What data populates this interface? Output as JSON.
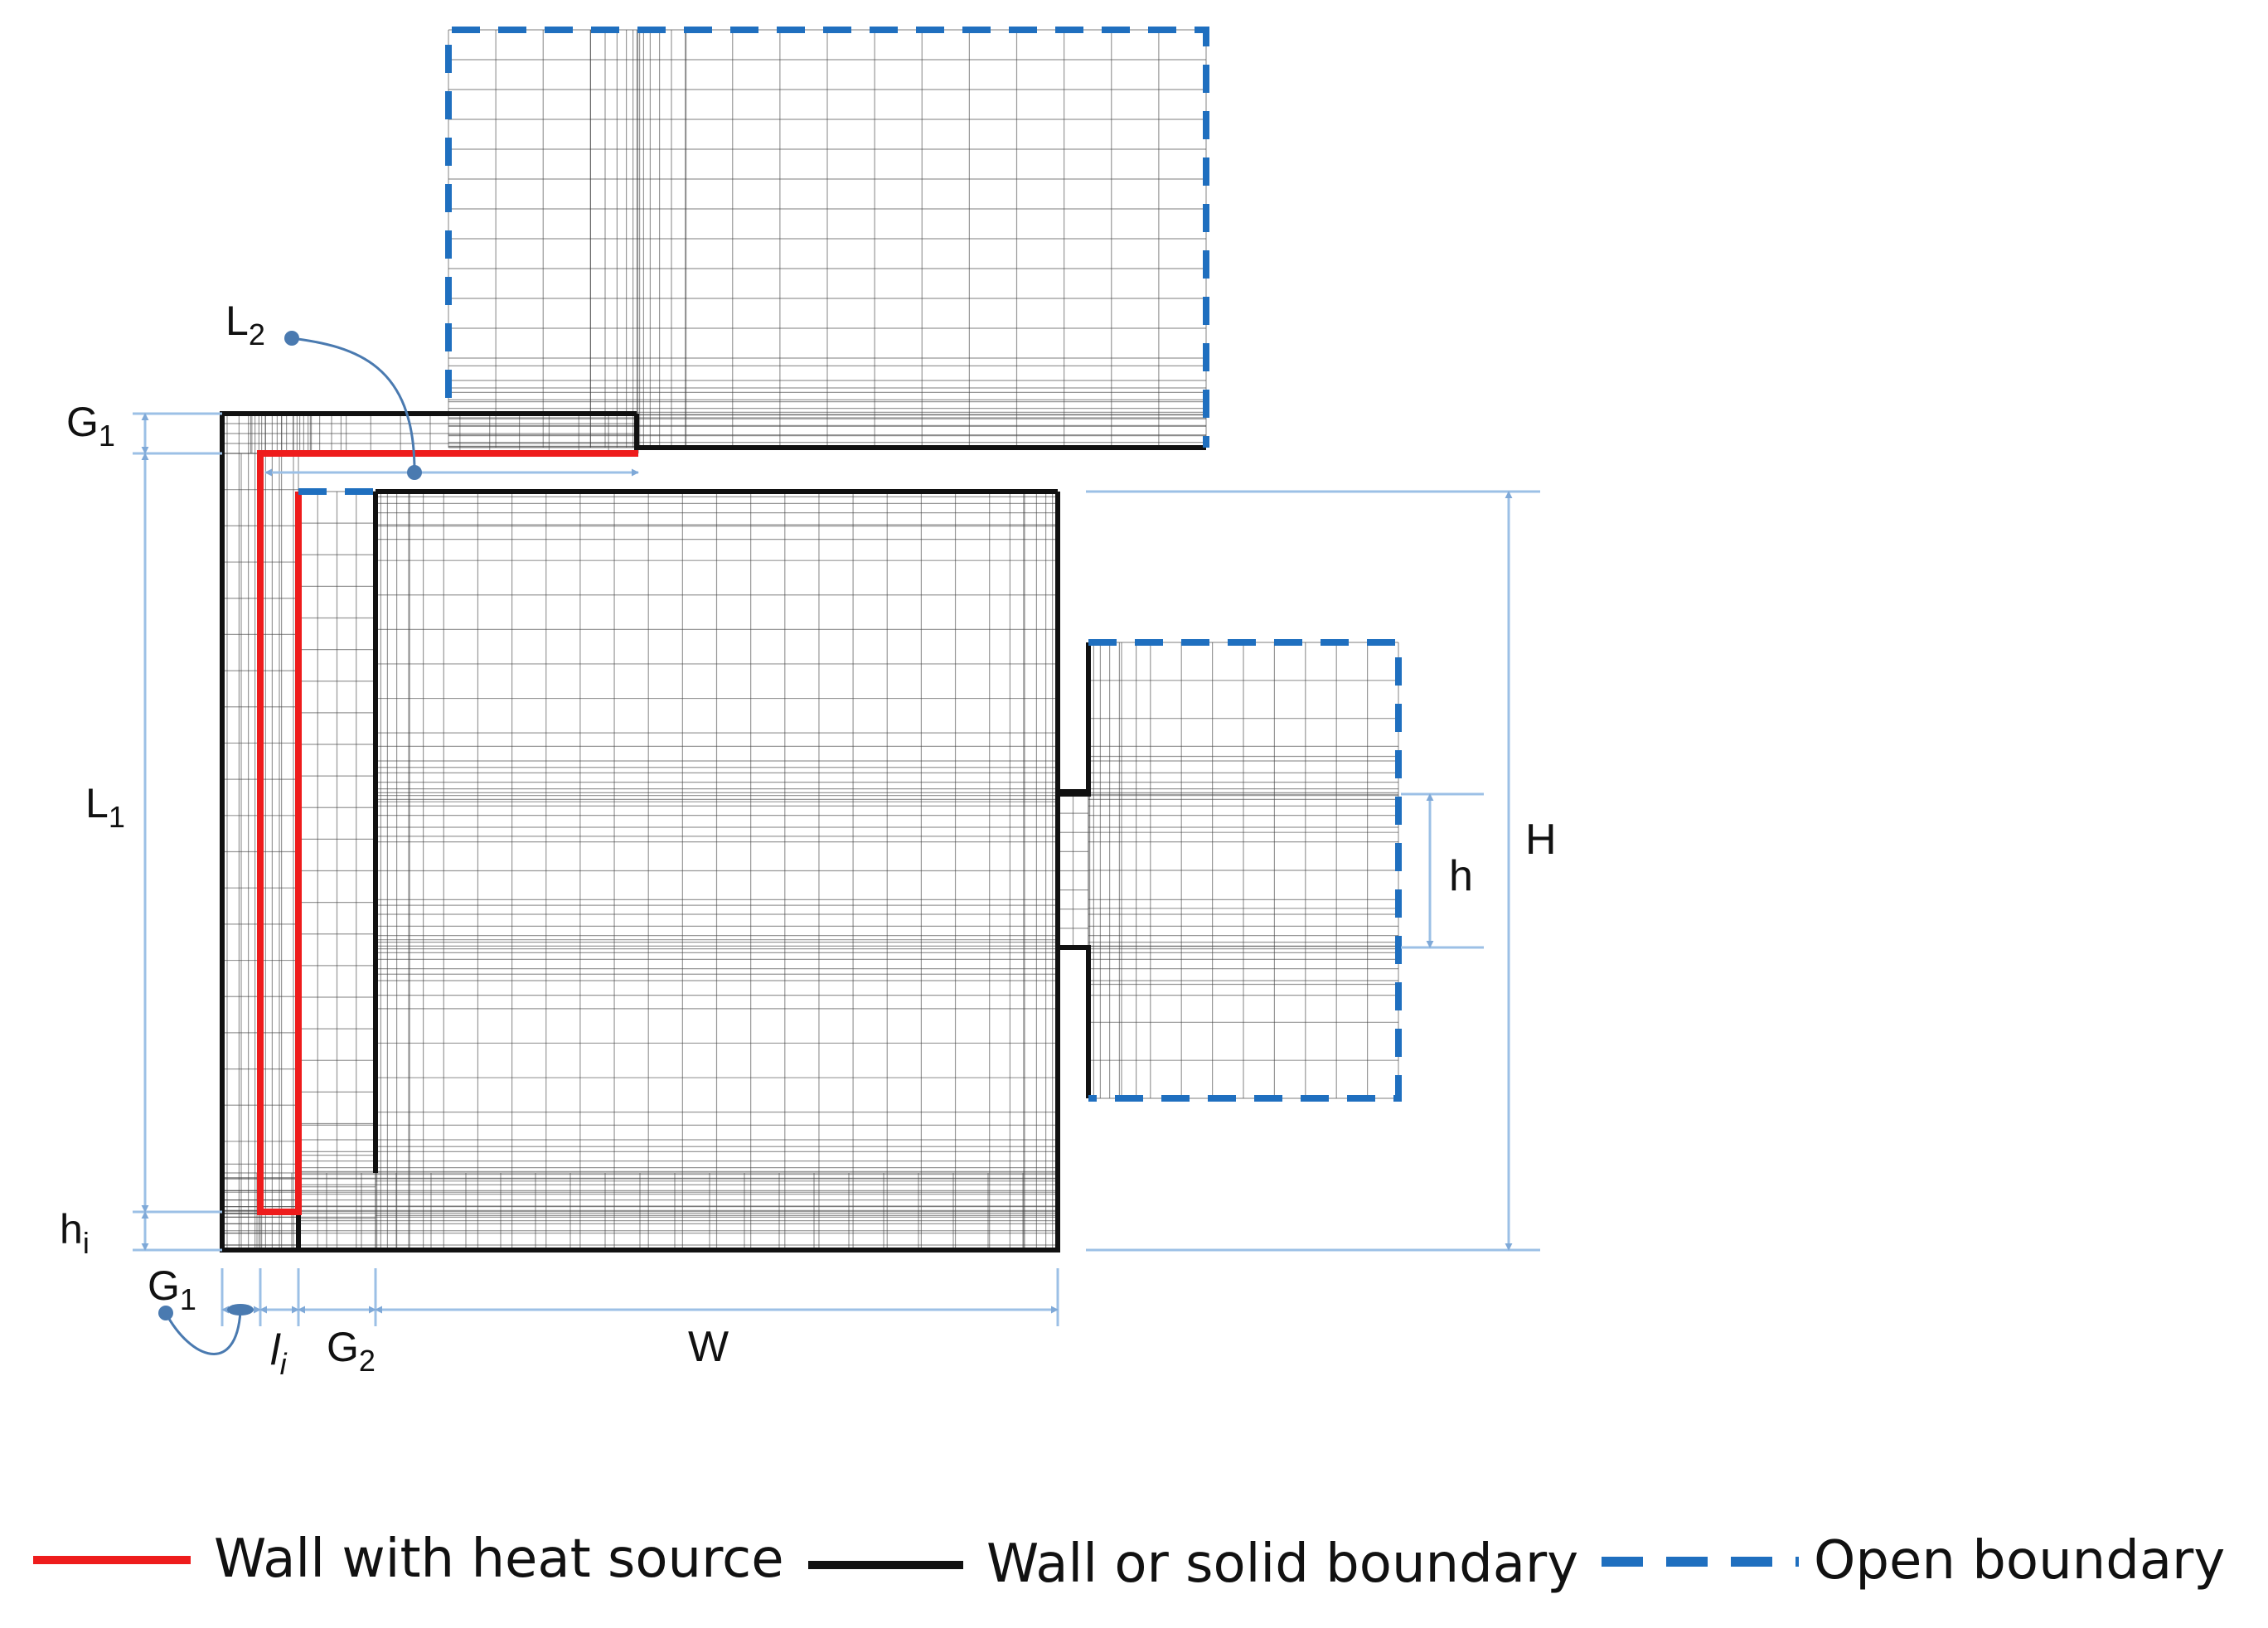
{
  "labels": {
    "L2": {
      "main": "L",
      "sub": "2"
    },
    "G1_top": {
      "main": "G",
      "sub": "1"
    },
    "L1": {
      "main": "L",
      "sub": "1"
    },
    "hi": {
      "main": "h",
      "sub": "i"
    },
    "G1_bottom": {
      "main": "G",
      "sub": "1"
    },
    "li": {
      "main": "l",
      "sub": "i"
    },
    "G2": {
      "main": "G",
      "sub": "2"
    },
    "W": "W",
    "H": "H",
    "h": "h"
  },
  "legend": {
    "heat": "Wall with heat source",
    "wall": "Wall or solid boundary",
    "open": "Open boundary"
  },
  "colors": {
    "heat": "#ee1c1c",
    "wall": "#111111",
    "open": "#1f6fbf",
    "dimension": "#9cc0e6",
    "dimension_dot": "#4a7ab0",
    "mesh": "#444444"
  }
}
